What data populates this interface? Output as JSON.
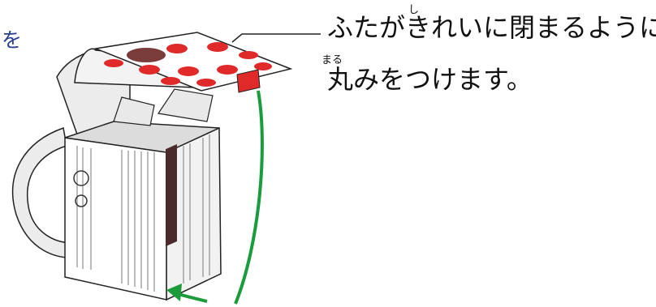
{
  "leading_fragment": "を",
  "caption": {
    "line1_part1": "ふたがきれいに",
    "line1_kanji": "閉",
    "line1_part2": "まるように",
    "line2_kanji": "丸",
    "line2_rest": "みをつけます。",
    "ruby_shi": "し",
    "ruby_maru": "まる"
  },
  "colors": {
    "arrow": "#1a9b3c",
    "strawberry": "#e02a2a",
    "dark_panel": "#4a2a2a",
    "outline": "#222222",
    "box_gray": "#e6e6e6"
  }
}
